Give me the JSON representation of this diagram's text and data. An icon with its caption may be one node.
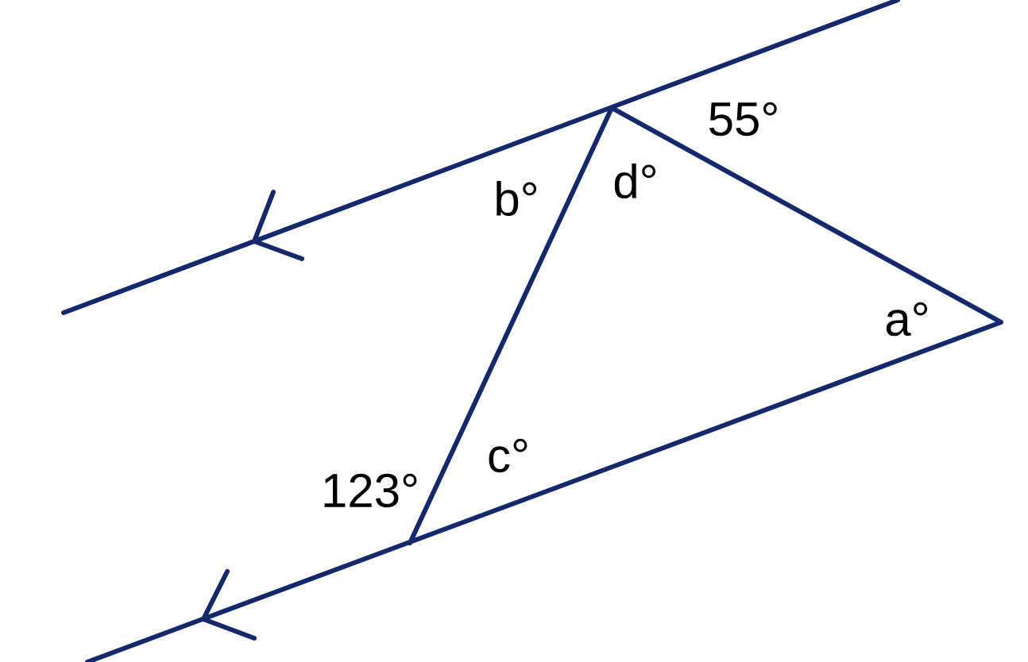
{
  "diagram": {
    "labels": [
      "55°",
      "b°",
      "d°",
      "a°",
      "123°",
      "c°"
    ]
  }
}
